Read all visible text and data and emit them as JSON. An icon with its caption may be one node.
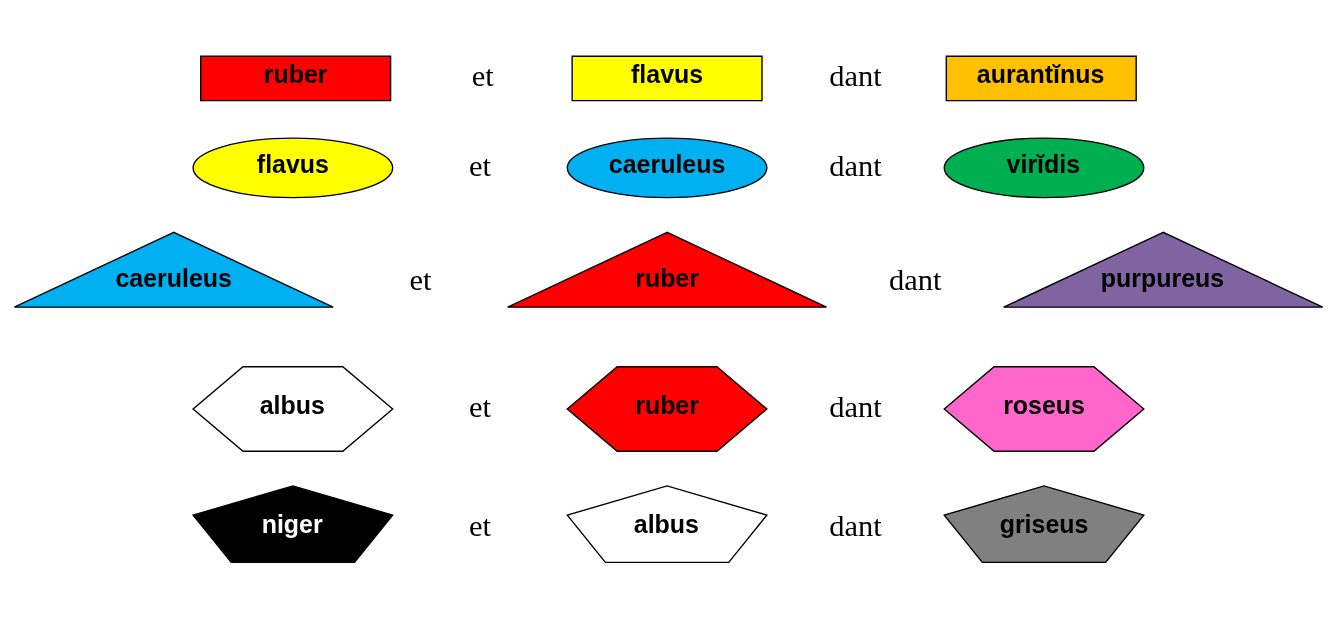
{
  "diagram": {
    "nodes": [
      {
        "text": [
          "ruber"
        ]
      },
      {
        "text": [
          "flavus"
        ]
      },
      {
        "text": [
          "aurantĭnus"
        ]
      },
      {
        "text": [
          "flavus"
        ]
      },
      {
        "text": [
          "caeruleus"
        ]
      },
      {
        "text": [
          "virĭdis"
        ]
      },
      {
        "text": [
          "caeruleus"
        ]
      },
      {
        "text": [
          "ruber"
        ]
      },
      {
        "text": [
          "purpureus"
        ]
      },
      {
        "text": [
          "albus"
        ]
      },
      {
        "text": [
          "ruber"
        ]
      },
      {
        "text": [
          "roseus"
        ]
      },
      {
        "text": [
          "niger"
        ]
      },
      {
        "text": [
          "albus"
        ]
      },
      {
        "text": [
          "griseus"
        ]
      }
    ],
    "edges": [],
    "labels": [
      "et",
      "dant",
      "et",
      "dant",
      "et",
      "dant",
      "et",
      "dant",
      "et",
      "dant"
    ]
  }
}
